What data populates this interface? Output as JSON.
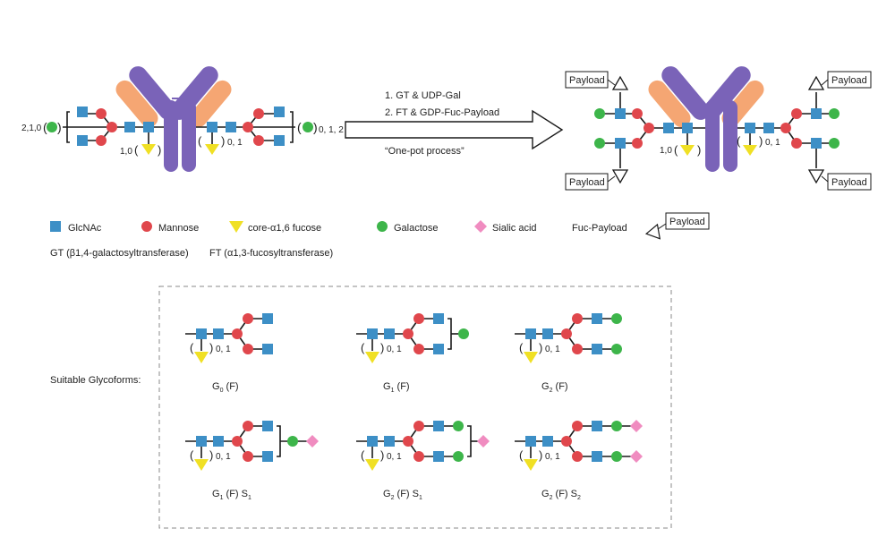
{
  "colors": {
    "glcnac": "#3d8fc6",
    "mannose": "#e0474c",
    "fucose": "#f0e024",
    "galactose": "#3db54a",
    "sialic": "#f08cc0",
    "antibody_heavy": "#7a63b8",
    "antibody_light": "#f5a673",
    "line": "#1a1a1a"
  },
  "reaction": {
    "step1": "1. GT & UDP-Gal",
    "step2": "2. FT & GDP-Fuc-Payload",
    "note": "“One-pot process”"
  },
  "left_antibody": {
    "gal_count_left": "2,1,0",
    "gal_count_right": "0, 1, 2",
    "fucose_left": "1,0",
    "fucose_right": "0, 1"
  },
  "right_antibody": {
    "payload_label": "Payload",
    "fucose_left": "1,0",
    "fucose_right": "0, 1"
  },
  "legend": {
    "glcnac": "GlcNAc",
    "mannose": "Mannose",
    "fucose": "core-α1,6 fucose",
    "galactose": "Galactose",
    "sialic": "Sialic acid",
    "fuc_payload": "Fuc-Payload",
    "payload_box": "Payload",
    "gt": "GT (β1,4-galactosyltransferase)",
    "ft": "FT (α1,3-fucosyltransferase)"
  },
  "glycoforms": {
    "title": "Suitable Glycoforms:",
    "fucose_note": "0, 1",
    "items": [
      {
        "base": "G",
        "sub": "0",
        "mid": " (F)",
        "s": "",
        "ssub": "",
        "top": [
          "glcnac"
        ],
        "bot": [
          "glcnac"
        ],
        "bracket": []
      },
      {
        "base": "G",
        "sub": "1",
        "mid": " (F)",
        "s": "",
        "ssub": "",
        "top": [
          "glcnac"
        ],
        "bot": [
          "glcnac"
        ],
        "bracket": [
          "galactose"
        ]
      },
      {
        "base": "G",
        "sub": "2",
        "mid": " (F)",
        "s": "",
        "ssub": "",
        "top": [
          "glcnac",
          "galactose"
        ],
        "bot": [
          "glcnac",
          "galactose"
        ],
        "bracket": []
      },
      {
        "base": "G",
        "sub": "1",
        "mid": " (F) S",
        "s": "",
        "ssub": "1",
        "top": [
          "glcnac"
        ],
        "bot": [
          "glcnac"
        ],
        "bracket": [
          "galactose",
          "sialic"
        ]
      },
      {
        "base": "G",
        "sub": "2",
        "mid": " (F) S",
        "s": "",
        "ssub": "1",
        "top": [
          "glcnac",
          "galactose"
        ],
        "bot": [
          "glcnac",
          "galactose"
        ],
        "bracket": [
          "sialic"
        ]
      },
      {
        "base": "G",
        "sub": "2",
        "mid": " (F) S",
        "s": "",
        "ssub": "2",
        "top": [
          "glcnac",
          "galactose",
          "sialic"
        ],
        "bot": [
          "glcnac",
          "galactose",
          "sialic"
        ],
        "bracket": []
      }
    ]
  }
}
